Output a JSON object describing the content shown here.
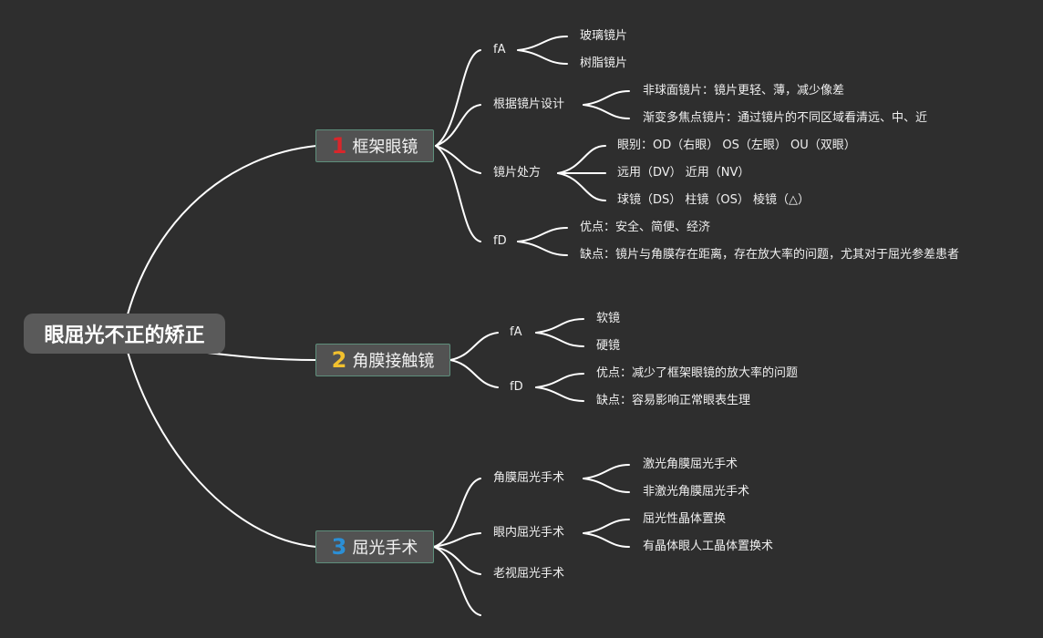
{
  "root": {
    "label": "眼屈光不正的矫正"
  },
  "branches": [
    {
      "num": "1",
      "label": "框架眼镜",
      "items": [
        {
          "label": "fA",
          "children": [
            "玻璃镜片",
            "树脂镜片"
          ]
        },
        {
          "label": "根据镜片设计",
          "children": [
            "非球面镜片：镜片更轻、薄，减少像差",
            "渐变多焦点镜片：通过镜片的不同区域看清远、中、近"
          ]
        },
        {
          "label": "镜片处方",
          "children": [
            "眼别：OD（右眼） OS（左眼） OU（双眼）",
            "远用（DV） 近用（NV）",
            "球镜（DS） 柱镜（OS） 棱镜（△）"
          ]
        },
        {
          "label": "fD",
          "children": [
            "优点：安全、简便、经济",
            "缺点：镜片与角膜存在距离，存在放大率的问题，尤其对于屈光参差患者"
          ]
        }
      ]
    },
    {
      "num": "2",
      "label": "角膜接触镜",
      "items": [
        {
          "label": "fA",
          "children": [
            "软镜",
            "硬镜"
          ]
        },
        {
          "label": "fD",
          "children": [
            "优点：减少了框架眼镜的放大率的问题",
            "缺点：容易影响正常眼表生理"
          ]
        }
      ]
    },
    {
      "num": "3",
      "label": "屈光手术",
      "items": [
        {
          "label": "角膜屈光手术",
          "children": [
            "激光角膜屈光手术",
            "非激光角膜屈光手术"
          ]
        },
        {
          "label": "眼内屈光手术",
          "children": [
            "屈光性晶体置换",
            "有晶体眼人工晶体置换术"
          ]
        },
        {
          "label": "老视屈光手术",
          "children": []
        },
        {
          "label": "",
          "children": []
        }
      ]
    }
  ],
  "colors": {
    "num1": "#d9262b",
    "num2": "#f2c12e",
    "num3": "#2b8fd6"
  }
}
